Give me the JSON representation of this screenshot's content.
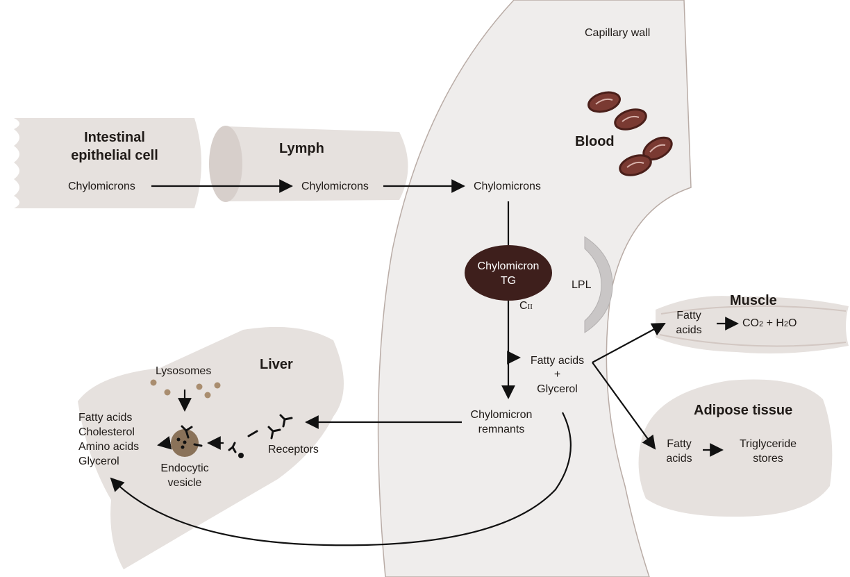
{
  "labels": {
    "capillary_wall": "Capillary wall",
    "blood": "Blood",
    "intestinal_title_1": "Intestinal",
    "intestinal_title_2": "epithelial cell",
    "lymph": "Lymph",
    "chylo_intestine": "Chylomicrons",
    "chylo_lymph": "Chylomicrons",
    "chylo_blood": "Chylomicrons",
    "chylomicron_tg_1": "Chylomicron",
    "chylomicron_tg_2": "TG",
    "cii_main": "C",
    "cii_sub": "II",
    "lpl": "LPL",
    "fa_glycerol_1": "Fatty acids",
    "fa_glycerol_2": "+",
    "fa_glycerol_3": "Glycerol",
    "remnants_1": "Chylomicron",
    "remnants_2": "remnants",
    "muscle": "Muscle",
    "muscle_fa_1": "Fatty",
    "muscle_fa_2": "acids",
    "co2_h2o_a": "CO",
    "co2_h2o_b": "2",
    "co2_h2o_c": " + H",
    "co2_h2o_d": "2",
    "co2_h2o_e": "O",
    "adipose": "Adipose tissue",
    "adipose_fa_1": "Fatty",
    "adipose_fa_2": "acids",
    "trig_1": "Triglyceride",
    "trig_2": "stores",
    "liver": "Liver",
    "lysosomes": "Lysosomes",
    "liver_products": [
      "Fatty acids",
      "Cholesterol",
      "Amino acids",
      "Glycerol"
    ],
    "endocytic_1": "Endocytic",
    "endocytic_2": "vesicle",
    "receptors": "Receptors"
  },
  "colors": {
    "tissue": "#e6e1de",
    "tissue_dark": "#d4cbc6",
    "capillary": "#efedec",
    "capillary_edge": "#b9aca6",
    "rbc": "#7a3a32",
    "rbc_edge": "#4a1f1a",
    "chylo_tg": "#3e1f1c",
    "lpl": "#c9c6c6",
    "lysosome": "#a98d6f",
    "vesicle": "#8a7259",
    "arrow": "#111111"
  }
}
